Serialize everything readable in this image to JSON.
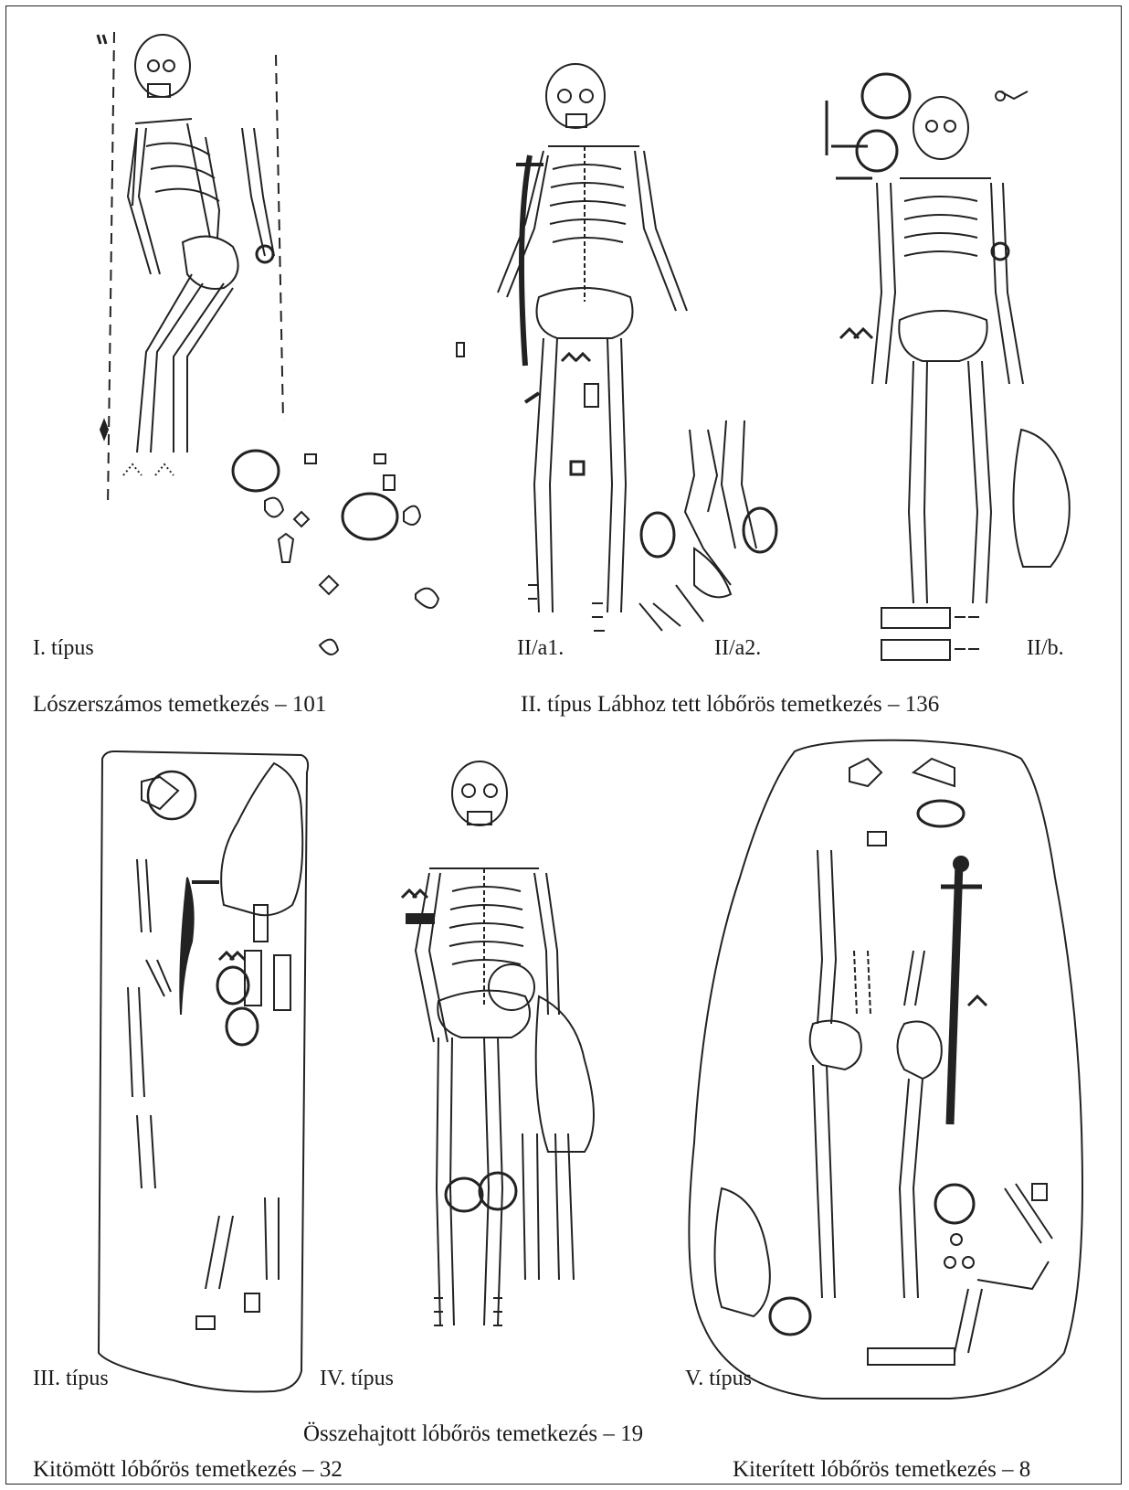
{
  "labels": {
    "type_1": "I. típus",
    "type_2a1": "II/a1.",
    "type_2a2": "II/a2.",
    "type_2b": "II/b.",
    "type_3": "III. típus",
    "type_4": "IV. típus",
    "type_5": "V. típus"
  },
  "captions": {
    "type_1": "Lószerszámos temetkezés – 101",
    "type_2": "II. típus Lábhoz tett lóbőrös temetkezés – 136",
    "type_4": "Összehajtott lóbőrös temetkezés – 19",
    "type_3": "Kitömött lóbőrös temetkezés – 32",
    "type_5": "Kiterített lóbőrös temetkezés – 8"
  }
}
